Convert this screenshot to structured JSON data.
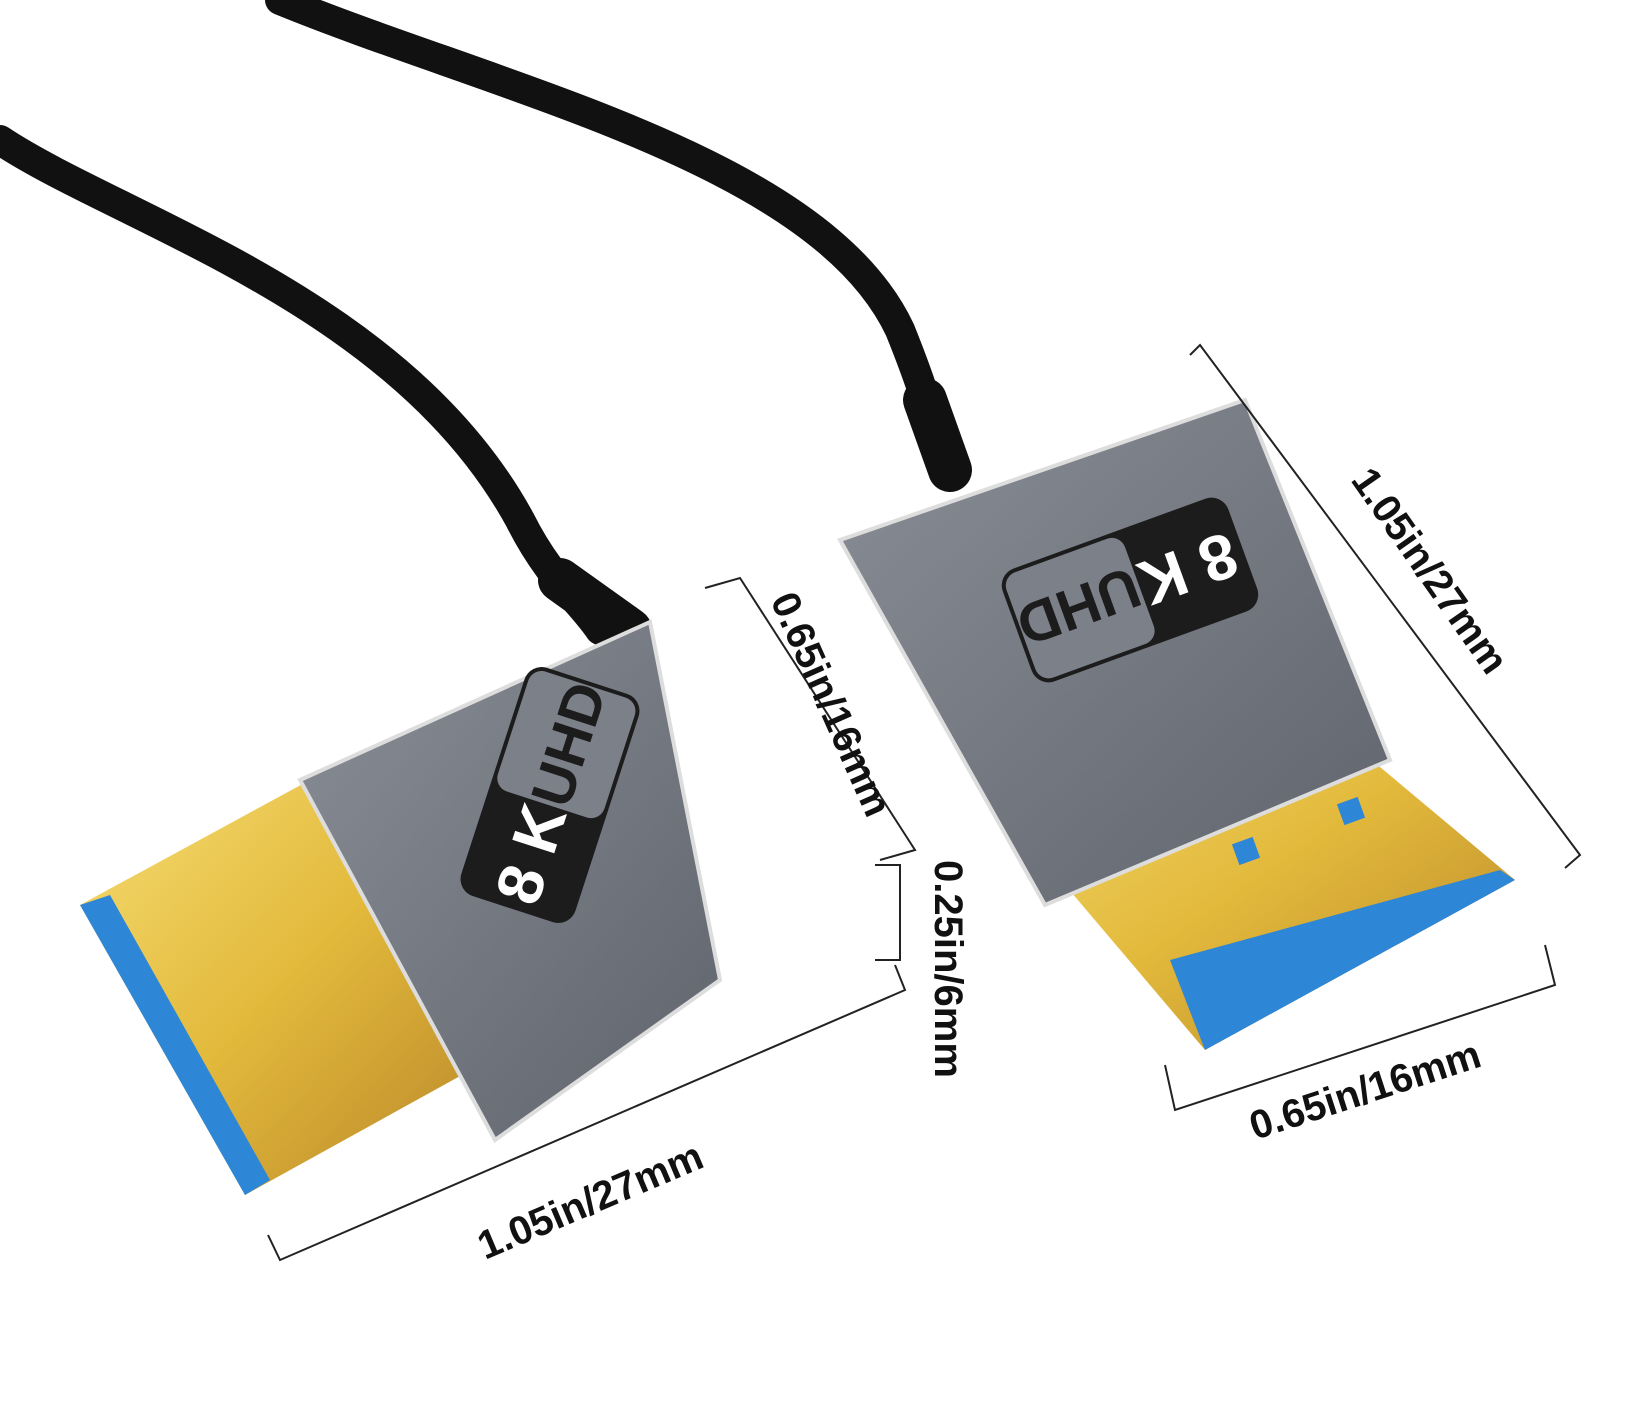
{
  "product": {
    "badge_left": {
      "top": "8 K",
      "bottom": "UHD"
    },
    "badge_right": {
      "top": "8 K",
      "bottom": "UHD"
    }
  },
  "dimensions": {
    "left_height": "0.65in/16mm",
    "left_thickness": "0.25in/6mm",
    "left_length": "1.05in/27mm",
    "right_length": "1.05in/27mm",
    "right_width": "0.65in/16mm"
  },
  "colors": {
    "cable": "#111111",
    "housing": "#6f737c",
    "gold": "#e2b93b",
    "contacts": "#2e86d6",
    "badge": "#1c1c1c"
  }
}
